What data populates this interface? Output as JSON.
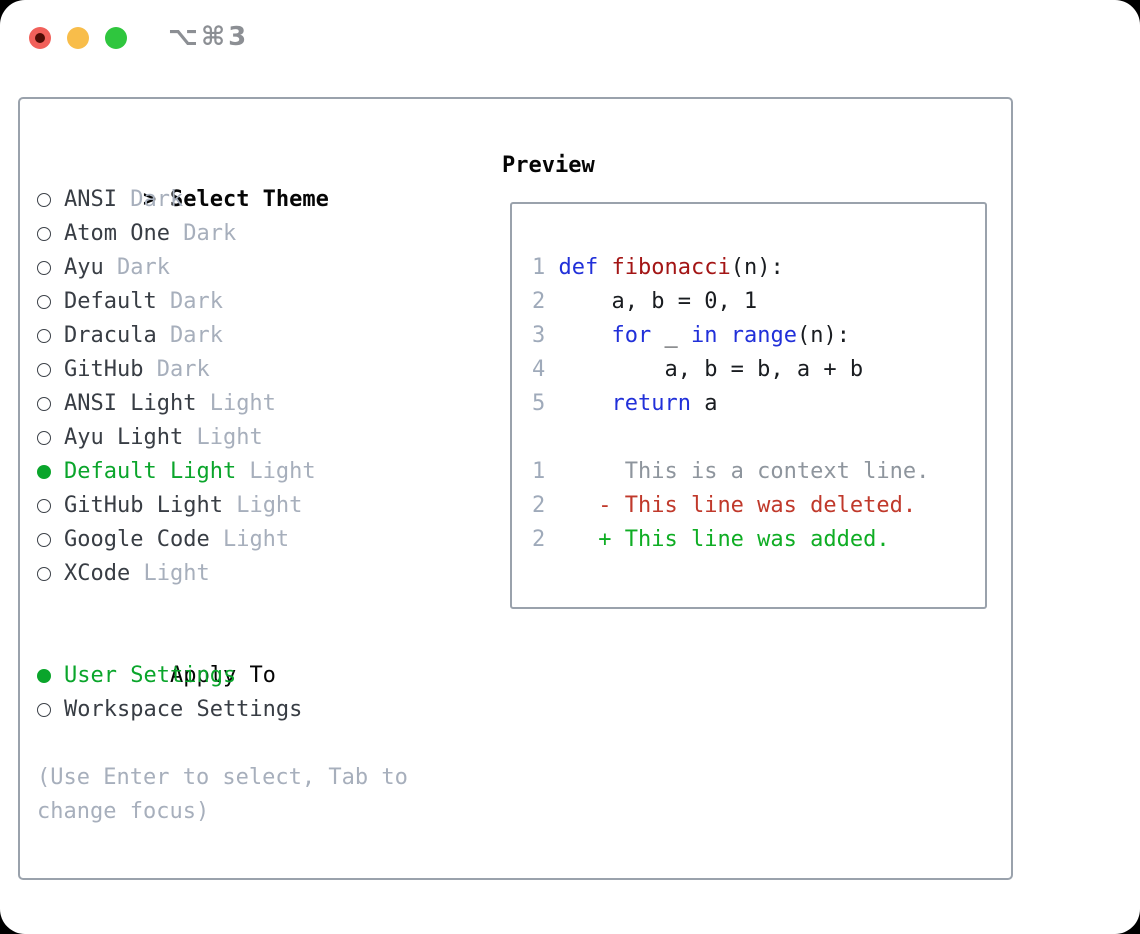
{
  "window": {
    "title": "⌥⌘3",
    "traffic_lights": [
      "close",
      "minimize",
      "zoom"
    ]
  },
  "theme_panel": {
    "header_marker": ">",
    "header": "Select Theme",
    "items": [
      {
        "name": "ANSI",
        "variant": "Dark",
        "selected": false
      },
      {
        "name": "Atom One",
        "variant": "Dark",
        "selected": false
      },
      {
        "name": "Ayu",
        "variant": "Dark",
        "selected": false
      },
      {
        "name": "Default",
        "variant": "Dark",
        "selected": false
      },
      {
        "name": "Dracula",
        "variant": "Dark",
        "selected": false
      },
      {
        "name": "GitHub",
        "variant": "Dark",
        "selected": false
      },
      {
        "name": "ANSI Light",
        "variant": "Light",
        "selected": false
      },
      {
        "name": "Ayu Light",
        "variant": "Light",
        "selected": false
      },
      {
        "name": "Default Light",
        "variant": "Light",
        "selected": true
      },
      {
        "name": "GitHub Light",
        "variant": "Light",
        "selected": false
      },
      {
        "name": "Google Code",
        "variant": "Light",
        "selected": false
      },
      {
        "name": "XCode",
        "variant": "Light",
        "selected": false
      }
    ],
    "apply_header": "Apply To",
    "apply_options": [
      {
        "label": "User Settings",
        "selected": true
      },
      {
        "label": "Workspace Settings",
        "selected": false
      }
    ],
    "help_text": "(Use Enter to select, Tab to change focus)"
  },
  "preview": {
    "header": "Preview",
    "code_lines": [
      {
        "num": "1",
        "segments": [
          {
            "text": "def",
            "color": "keyword"
          },
          {
            "text": " ",
            "color": "plain"
          },
          {
            "text": "fibonacci",
            "color": "function"
          },
          {
            "text": "(n):",
            "color": "plain"
          }
        ]
      },
      {
        "num": "2",
        "segments": [
          {
            "text": "    a, b = 0, 1",
            "color": "plain"
          }
        ]
      },
      {
        "num": "3",
        "segments": [
          {
            "text": "    ",
            "color": "plain"
          },
          {
            "text": "for",
            "color": "keyword"
          },
          {
            "text": " _ ",
            "color": "plain"
          },
          {
            "text": "in",
            "color": "keyword"
          },
          {
            "text": " ",
            "color": "plain"
          },
          {
            "text": "range",
            "color": "keyword"
          },
          {
            "text": "(n):",
            "color": "plain"
          }
        ]
      },
      {
        "num": "4",
        "segments": [
          {
            "text": "        a, b = b, a + b",
            "color": "plain"
          }
        ]
      },
      {
        "num": "5",
        "segments": [
          {
            "text": "    ",
            "color": "plain"
          },
          {
            "text": "return",
            "color": "keyword"
          },
          {
            "text": " a",
            "color": "plain"
          }
        ]
      }
    ],
    "diff_lines": [
      {
        "num": "1",
        "sign": " ",
        "text": "This is a context line.",
        "type": "context"
      },
      {
        "num": "2",
        "sign": "-",
        "text": "This line was deleted.",
        "type": "deleted"
      },
      {
        "num": "2",
        "sign": "+",
        "text": "This line was added.",
        "type": "added"
      }
    ]
  },
  "icons": {
    "selected_marker": "filled-circle",
    "unselected_marker": "hollow-circle"
  },
  "colors": {
    "accent_green": "#0AA52B",
    "keyword_blue": "#2130D9",
    "function_red": "#A31515",
    "deleted_red": "#C0392B",
    "added_green": "#0FAD24",
    "muted_gray": "#A7AFBC",
    "line_number_gray": "#9FAABA",
    "context_gray": "#8E959D",
    "border_gray": "#9AA2AC",
    "traffic_red": "#F1605A",
    "traffic_yellow": "#F8BD4A",
    "traffic_green": "#2FC63E"
  }
}
